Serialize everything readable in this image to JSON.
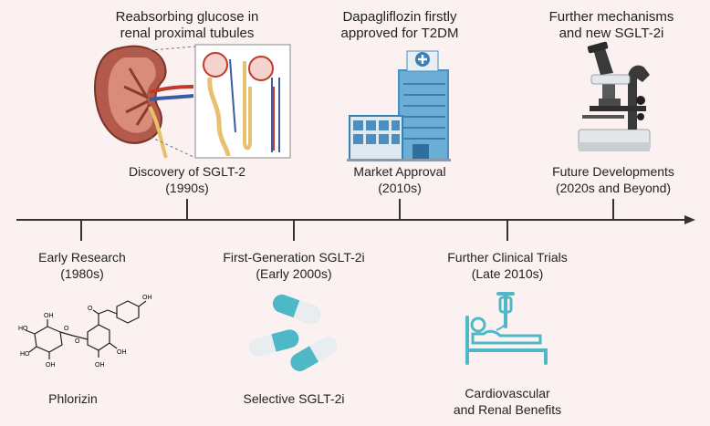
{
  "timeline": {
    "top_events": [
      {
        "caption_line1": "Reabsorbing glucose in",
        "caption_line2": "renal proximal tubules",
        "title": "Discovery of SGLT-2",
        "period": "(1990s)",
        "icon": "kidney-nephron-icon"
      },
      {
        "caption_line1": "Dapagliflozin firstly",
        "caption_line2": "approved for T2DM",
        "title": "Market Approval",
        "period": "(2010s)",
        "icon": "hospital-building-icon"
      },
      {
        "caption_line1": "Further mechanisms",
        "caption_line2": "and new SGLT-2i",
        "title": "Future Developments",
        "period": "(2020s and Beyond)",
        "icon": "microscope-icon"
      }
    ],
    "bottom_events": [
      {
        "title": "Early Research",
        "period": "(1980s)",
        "caption": "Phlorizin",
        "icon": "phlorizin-structure-icon"
      },
      {
        "title": "First-Generation SGLT-2i",
        "period": "(Early 2000s)",
        "caption": "Selective SGLT-2i",
        "icon": "capsules-icon"
      },
      {
        "title": "Further Clinical Trials",
        "period": "(Late 2010s)",
        "caption_line1": "Cardiovascular",
        "caption_line2": "and Renal Benefits",
        "icon": "patient-bed-icon"
      }
    ],
    "molecule_labels": [
      "OH",
      "OH",
      "HO",
      "HO",
      "O",
      "O",
      "O",
      "OH",
      "OH",
      "OH"
    ],
    "colors": {
      "axis": "#333333",
      "capsule_teal": "#4fb8c6",
      "capsule_white": "#e8eef0",
      "kidney": "#b35a4a",
      "hospital_blue": "#4a8fbf",
      "background": "#fbf1f1"
    }
  }
}
